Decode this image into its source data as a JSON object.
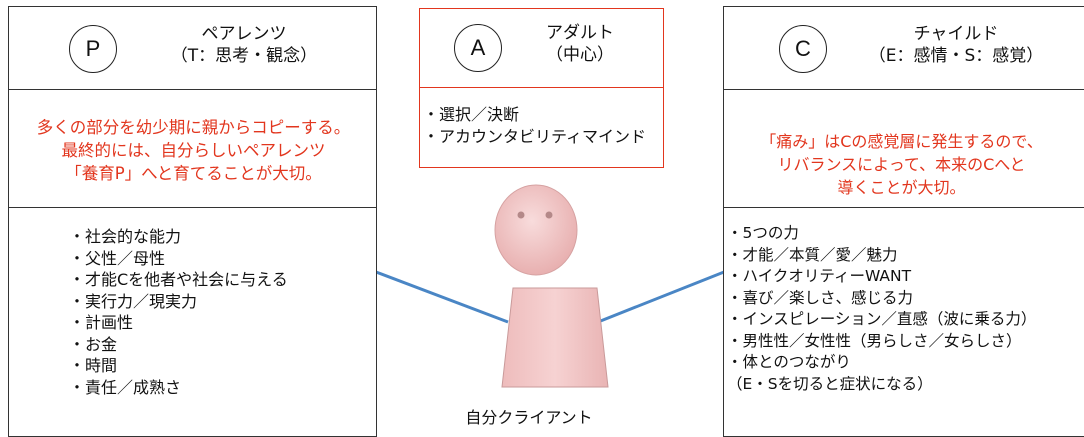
{
  "parent": {
    "letter": "P",
    "title": "ペアレンツ",
    "subtitle": "（T：思考・観念）",
    "description": [
      "多くの部分を幼少期に親からコピーする。",
      "最終的には、自分らしいペアレンツ",
      "「養育P」へと育てることが大切。"
    ],
    "items": [
      "・社会的な能力",
      "・父性／母性",
      "・才能Cを他者や社会に与える",
      "・実行力／現実力",
      "・計画性",
      "・お金",
      "・時間",
      "・責任／成熟さ"
    ]
  },
  "adult": {
    "letter": "A",
    "title": "アダルト",
    "subtitle": "（中心）",
    "items": [
      "・選択／決断",
      "・アカウンタビリティマインド"
    ]
  },
  "child": {
    "letter": "C",
    "title": "チャイルド",
    "subtitle": "（E：感情・S：感覚）",
    "description": [
      "「痛み」はCの感覚層に発生するので、",
      "リバランスによって、本来のCへと",
      "導くことが大切。"
    ],
    "items": [
      "・5つの力",
      "・才能／本質／愛／魅力",
      "・ハイクオリティーWANT",
      "・喜び／楽しさ、感じる力",
      "・インスピレーション／直感（波に乗る力）",
      "・男性性／女性性（男らしさ／女らしさ）",
      "・体とのつながり",
      "（E・Sを切ると症状になる）"
    ]
  },
  "figure_label": "自分クライアント",
  "colors": {
    "accent_red": "#e2361e",
    "figure_fill": "#f2c4c4",
    "connector_blue": "#4a86c5"
  }
}
